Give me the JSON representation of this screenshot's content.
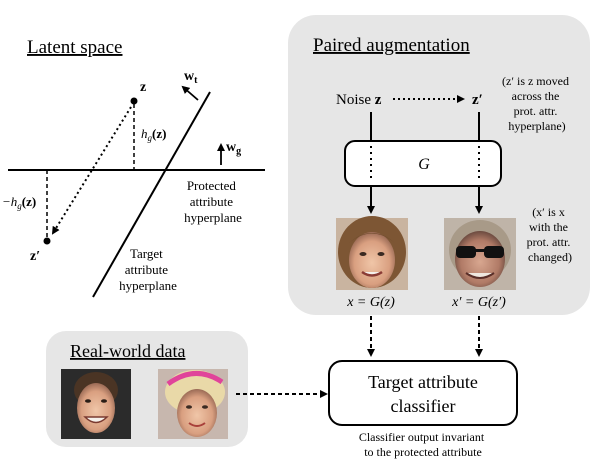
{
  "latent": {
    "title": "Latent space",
    "z": "z",
    "z_prime": "z′",
    "w_t_main": "w",
    "w_t_sub": "t",
    "w_g_main": "w",
    "w_g_sub": "g",
    "hg_pos_h": "h",
    "hg_pos_sub": "g",
    "hg_pos_arg": "(z)",
    "hg_neg_prefix": "−h",
    "hg_neg_sub": "g",
    "hg_neg_arg": "(z)",
    "protected_label": [
      "Protected",
      "attribute",
      "hyperplane"
    ],
    "target_label": [
      "Target",
      "attribute",
      "hyperplane"
    ]
  },
  "paired": {
    "title": "Paired augmentation",
    "noise_prefix": "Noise ",
    "noise_z": "z",
    "z_prime": "z′",
    "note1": [
      "(z′ is z moved",
      "across the",
      "prot. attr.",
      "hyperplane)"
    ],
    "generator": "G",
    "note2": [
      "(x′ is x",
      "with the",
      "prot. attr.",
      "changed)"
    ],
    "x_eq": "x = G(z)",
    "xp_eq": "x′ = G(z′)"
  },
  "realworld": {
    "title": "Real-world data"
  },
  "classifier": {
    "line1": "Target attribute",
    "line2": "classifier",
    "caption1": "Classifier output invariant",
    "caption2": "to the protected attribute"
  }
}
